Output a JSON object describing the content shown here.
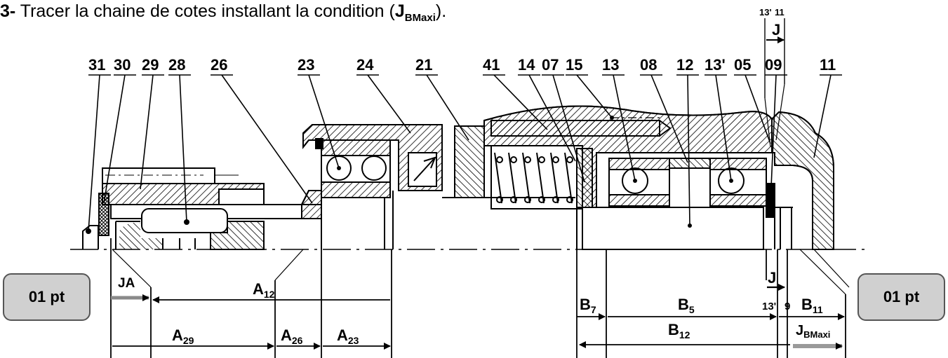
{
  "question": {
    "number": "3-",
    "text": "Tracer la chaine de cotes installant la condition (",
    "condition_main": "J",
    "condition_sub": "BMaxi",
    "close": ")."
  },
  "score_left": "01 pt",
  "score_right": "01 pt",
  "callouts": [
    "31",
    "30",
    "29",
    "28",
    "26",
    "23",
    "24",
    "21",
    "41",
    "14",
    "07",
    "15",
    "13",
    "08",
    "12",
    "13'",
    "05",
    "09",
    "11"
  ],
  "top_marker": {
    "left": "13'",
    "right": "11",
    "gap": "J"
  },
  "chain_a": {
    "ja": "JA",
    "a12": {
      "main": "A",
      "sub": "12"
    },
    "a29": {
      "main": "A",
      "sub": "29"
    },
    "a26": {
      "main": "A",
      "sub": "26"
    },
    "a23": {
      "main": "A",
      "sub": "23"
    }
  },
  "chain_b": {
    "j": "J",
    "n13": "13'",
    "n9": "9",
    "b7": {
      "main": "B",
      "sub": "7"
    },
    "b5": {
      "main": "B",
      "sub": "5"
    },
    "b11": {
      "main": "B",
      "sub": "11"
    },
    "b12": {
      "main": "B",
      "sub": "12"
    },
    "jbmaxi": {
      "main": "J",
      "sub": "BMaxi"
    }
  }
}
